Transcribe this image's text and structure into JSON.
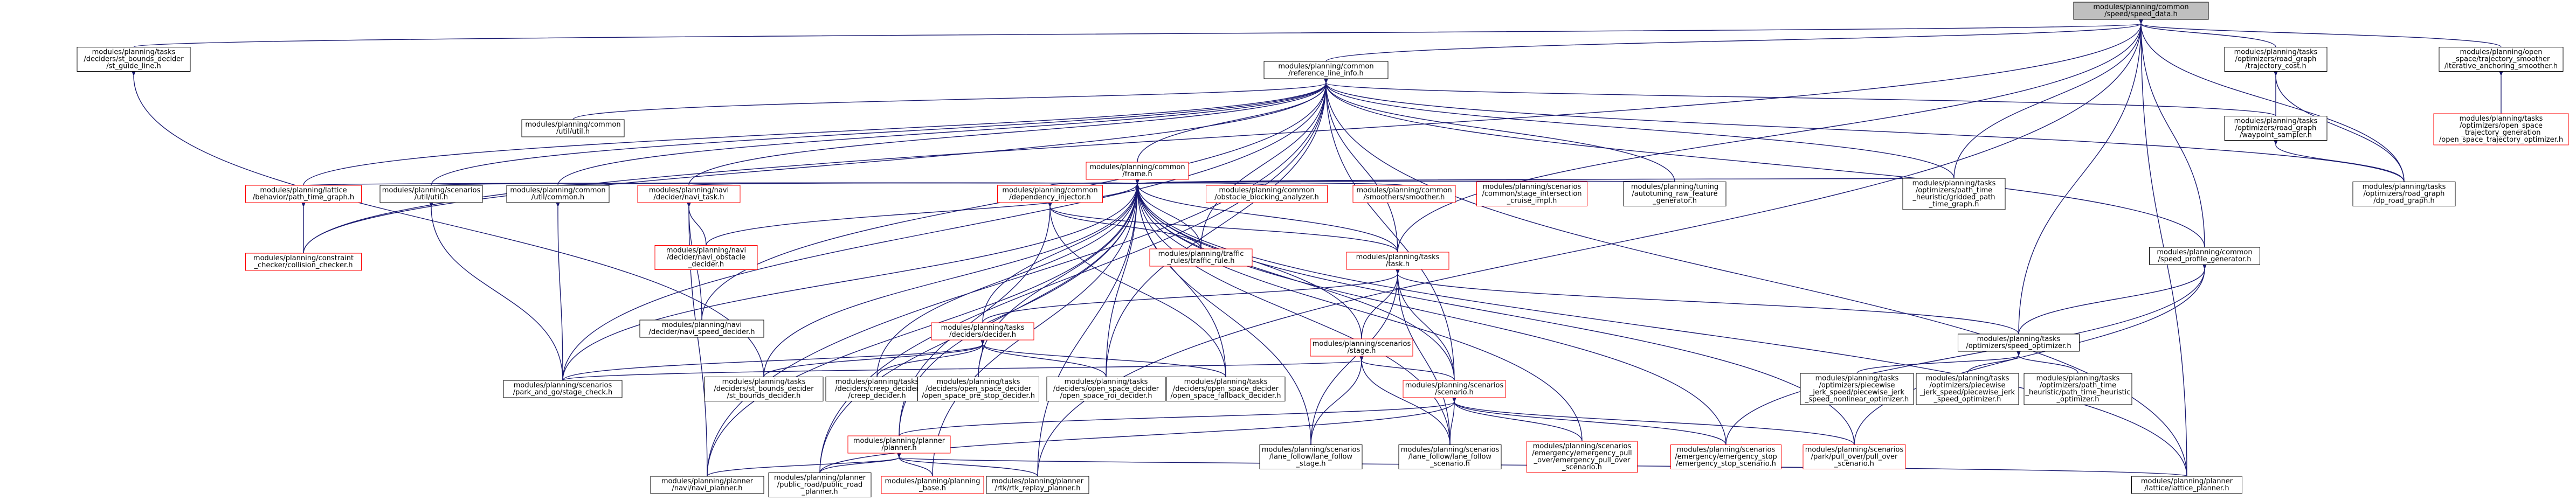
{
  "colors": {
    "background": "#ffffff",
    "node_fill": "#ffffff",
    "root_fill": "#bfbfbf",
    "node_border": "#000000",
    "node_border_incomplete": "#ff0000",
    "edge": "#191970",
    "text": "#000000"
  },
  "nodes": [
    {
      "id": "root",
      "lines": [
        "modules/planning/common",
        "/speed/speed_data.h"
      ],
      "kind": "root"
    },
    {
      "id": "st_guide_line",
      "lines": [
        "modules/planning/tasks",
        "/deciders/st_bounds_decider",
        "/st_guide_line.h"
      ],
      "kind": "normal"
    },
    {
      "id": "reference_line_info",
      "lines": [
        "modules/planning/common",
        "/reference_line_info.h"
      ],
      "kind": "normal"
    },
    {
      "id": "trajectory_cost",
      "lines": [
        "modules/planning/tasks",
        "/optimizers/road_graph",
        "/trajectory_cost.h"
      ],
      "kind": "normal"
    },
    {
      "id": "iterative_anchoring_smoother",
      "lines": [
        "modules/planning/open",
        "_space/trajectory_smoother",
        "/iterative_anchoring_smoother.h"
      ],
      "kind": "normal"
    },
    {
      "id": "open_space_trajectory_optimizer",
      "lines": [
        "modules/planning/tasks",
        "/optimizers/open_space",
        "_trajectory_generation",
        "/open_space_trajectory_optimizer.h"
      ],
      "kind": "incomplete"
    },
    {
      "id": "util_util",
      "lines": [
        "modules/planning/common",
        "/util/util.h"
      ],
      "kind": "normal"
    },
    {
      "id": "frame",
      "lines": [
        "modules/planning/common",
        "/frame.h"
      ],
      "kind": "incomplete"
    },
    {
      "id": "waypoint_sampler",
      "lines": [
        "modules/planning/tasks",
        "/optimizers/road_graph",
        "/waypoint_sampler.h"
      ],
      "kind": "normal"
    },
    {
      "id": "dp_road_graph",
      "lines": [
        "modules/planning/tasks",
        "/optimizers/road_graph",
        "/dp_road_graph.h"
      ],
      "kind": "normal"
    },
    {
      "id": "path_time_graph",
      "lines": [
        "modules/planning/lattice",
        "/behavior/path_time_graph.h"
      ],
      "kind": "incomplete"
    },
    {
      "id": "scenarios_util",
      "lines": [
        "modules/planning/scenarios",
        "/util/util.h"
      ],
      "kind": "normal"
    },
    {
      "id": "util_common",
      "lines": [
        "modules/planning/common",
        "/util/common.h"
      ],
      "kind": "normal"
    },
    {
      "id": "navi_task",
      "lines": [
        "modules/planning/navi",
        "/decider/navi_task.h"
      ],
      "kind": "incomplete"
    },
    {
      "id": "dependency_injector",
      "lines": [
        "modules/planning/common",
        "/dependency_injector.h"
      ],
      "kind": "incomplete"
    },
    {
      "id": "obstacle_blocking_analyzer",
      "lines": [
        "modules/planning/common",
        "/obstacle_blocking_analyzer.h"
      ],
      "kind": "incomplete"
    },
    {
      "id": "smoother",
      "lines": [
        "modules/planning/common",
        "/smoothers/smoother.h"
      ],
      "kind": "incomplete"
    },
    {
      "id": "stage_intersection_cruise_impl",
      "lines": [
        "modules/planning/scenarios",
        "/common/stage_intersection",
        "_cruise_impl.h"
      ],
      "kind": "incomplete"
    },
    {
      "id": "autotuning_raw_feature_generator",
      "lines": [
        "modules/planning/tuning",
        "/autotuning_raw_feature",
        "_generator.h"
      ],
      "kind": "normal"
    },
    {
      "id": "gridded_path_time_graph",
      "lines": [
        "modules/planning/tasks",
        "/optimizers/path_time",
        "_heuristic/gridded_path",
        "_time_graph.h"
      ],
      "kind": "normal"
    },
    {
      "id": "speed_profile_generator",
      "lines": [
        "modules/planning/common",
        "/speed_profile_generator.h"
      ],
      "kind": "normal"
    },
    {
      "id": "collision_checker",
      "lines": [
        "modules/planning/constraint",
        "_checker/collision_checker.h"
      ],
      "kind": "incomplete"
    },
    {
      "id": "navi_obstacle_decider",
      "lines": [
        "modules/planning/navi",
        "/decider/navi_obstacle",
        "_decider.h"
      ],
      "kind": "incomplete"
    },
    {
      "id": "traffic_rule",
      "lines": [
        "modules/planning/traffic",
        "_rules/traffic_rule.h"
      ],
      "kind": "incomplete"
    },
    {
      "id": "task",
      "lines": [
        "modules/planning/tasks",
        "/task.h"
      ],
      "kind": "incomplete"
    },
    {
      "id": "navi_speed_decider",
      "lines": [
        "modules/planning/navi",
        "/decider/navi_speed_decider.h"
      ],
      "kind": "normal"
    },
    {
      "id": "decider",
      "lines": [
        "modules/planning/tasks",
        "/deciders/decider.h"
      ],
      "kind": "incomplete"
    },
    {
      "id": "stage",
      "lines": [
        "modules/planning/scenarios",
        "/stage.h"
      ],
      "kind": "incomplete"
    },
    {
      "id": "speed_optimizer",
      "lines": [
        "modules/planning/tasks",
        "/optimizers/speed_optimizer.h"
      ],
      "kind": "normal"
    },
    {
      "id": "park_and_go_stage_check",
      "lines": [
        "modules/planning/scenarios",
        "/park_and_go/stage_check.h"
      ],
      "kind": "normal"
    },
    {
      "id": "st_bounds_decider",
      "lines": [
        "modules/planning/tasks",
        "/deciders/st_bounds_decider",
        "/st_bounds_decider.h"
      ],
      "kind": "normal"
    },
    {
      "id": "creep_decider",
      "lines": [
        "modules/planning/tasks",
        "/deciders/creep_decider",
        "/creep_decider.h"
      ],
      "kind": "normal"
    },
    {
      "id": "open_space_pre_stop_decider",
      "lines": [
        "modules/planning/tasks",
        "/deciders/open_space_decider",
        "/open_space_pre_stop_decider.h"
      ],
      "kind": "normal"
    },
    {
      "id": "open_space_roi_decider",
      "lines": [
        "modules/planning/tasks",
        "/deciders/open_space_decider",
        "/open_space_roi_decider.h"
      ],
      "kind": "normal"
    },
    {
      "id": "open_space_fallback_decider",
      "lines": [
        "modules/planning/tasks",
        "/deciders/open_space_decider",
        "/open_space_fallback_decider.h"
      ],
      "kind": "normal"
    },
    {
      "id": "scenario",
      "lines": [
        "modules/planning/scenarios",
        "/scenario.h"
      ],
      "kind": "incomplete"
    },
    {
      "id": "piecewise_jerk_speed_nonlinear_optimizer",
      "lines": [
        "modules/planning/tasks",
        "/optimizers/piecewise",
        "_jerk_speed/piecewise_jerk",
        "_speed_nonlinear_optimizer.h"
      ],
      "kind": "normal"
    },
    {
      "id": "piecewise_jerk_speed_optimizer",
      "lines": [
        "modules/planning/tasks",
        "/optimizers/piecewise",
        "_jerk_speed/piecewise_jerk",
        "_speed_optimizer.h"
      ],
      "kind": "normal"
    },
    {
      "id": "path_time_heuristic_optimizer",
      "lines": [
        "modules/planning/tasks",
        "/optimizers/path_time",
        "_heuristic/path_time_heuristic",
        "_optimizer.h"
      ],
      "kind": "normal"
    },
    {
      "id": "planner",
      "lines": [
        "modules/planning/planner",
        "/planner.h"
      ],
      "kind": "incomplete"
    },
    {
      "id": "lane_follow_stage",
      "lines": [
        "modules/planning/scenarios",
        "/lane_follow/lane_follow",
        "_stage.h"
      ],
      "kind": "normal"
    },
    {
      "id": "lane_follow_scenario",
      "lines": [
        "modules/planning/scenarios",
        "/lane_follow/lane_follow",
        "_scenario.h"
      ],
      "kind": "normal"
    },
    {
      "id": "emergency_pull_over_scenario",
      "lines": [
        "modules/planning/scenarios",
        "/emergency/emergency_pull",
        "_over/emergency_pull_over",
        "_scenario.h"
      ],
      "kind": "incomplete"
    },
    {
      "id": "emergency_stop_scenario",
      "lines": [
        "modules/planning/scenarios",
        "/emergency/emergency_stop",
        "/emergency_stop_scenario.h"
      ],
      "kind": "incomplete"
    },
    {
      "id": "pull_over_scenario",
      "lines": [
        "modules/planning/scenarios",
        "/park/pull_over/pull_over",
        "_scenario.h"
      ],
      "kind": "incomplete"
    },
    {
      "id": "navi_planner",
      "lines": [
        "modules/planning/planner",
        "/navi/navi_planner.h"
      ],
      "kind": "normal"
    },
    {
      "id": "public_road_planner",
      "lines": [
        "modules/planning/planner",
        "/public_road/public_road",
        "_planner.h"
      ],
      "kind": "normal"
    },
    {
      "id": "planning_base",
      "lines": [
        "modules/planning/planning",
        "_base.h"
      ],
      "kind": "incomplete"
    },
    {
      "id": "rtk_replay_planner",
      "lines": [
        "modules/planning/planner",
        "/rtk/rtk_replay_planner.h"
      ],
      "kind": "normal"
    },
    {
      "id": "lattice_planner",
      "lines": [
        "modules/planning/planner",
        "/lattice/lattice_planner.h"
      ],
      "kind": "normal"
    }
  ],
  "edges": [
    [
      "root",
      "st_guide_line"
    ],
    [
      "root",
      "reference_line_info"
    ],
    [
      "root",
      "trajectory_cost"
    ],
    [
      "root",
      "iterative_anchoring_smoother"
    ],
    [
      "root",
      "gridded_path_time_graph"
    ],
    [
      "root",
      "speed_profile_generator"
    ],
    [
      "root",
      "speed_optimizer"
    ],
    [
      "root",
      "dp_road_graph"
    ],
    [
      "root",
      "task"
    ],
    [
      "root",
      "lattice_planner"
    ],
    [
      "root",
      "rtk_replay_planner"
    ],
    [
      "root",
      "collision_checker"
    ],
    [
      "iterative_anchoring_smoother",
      "open_space_trajectory_optimizer"
    ],
    [
      "trajectory_cost",
      "waypoint_sampler"
    ],
    [
      "trajectory_cost",
      "dp_road_graph"
    ],
    [
      "waypoint_sampler",
      "dp_road_graph"
    ],
    [
      "st_guide_line",
      "st_bounds_decider"
    ],
    [
      "reference_line_info",
      "frame"
    ],
    [
      "reference_line_info",
      "util_util"
    ],
    [
      "reference_line_info",
      "scenarios_util"
    ],
    [
      "reference_line_info",
      "util_common"
    ],
    [
      "reference_line_info",
      "navi_task"
    ],
    [
      "reference_line_info",
      "path_time_graph"
    ],
    [
      "reference_line_info",
      "collision_checker"
    ],
    [
      "reference_line_info",
      "autotuning_raw_feature_generator"
    ],
    [
      "reference_line_info",
      "gridded_path_time_graph"
    ],
    [
      "reference_line_info",
      "speed_profile_generator"
    ],
    [
      "reference_line_info",
      "waypoint_sampler"
    ],
    [
      "reference_line_info",
      "dp_road_graph"
    ],
    [
      "reference_line_info",
      "traffic_rule"
    ],
    [
      "reference_line_info",
      "task"
    ],
    [
      "reference_line_info",
      "navi_speed_decider"
    ],
    [
      "reference_line_info",
      "open_space_roi_decider"
    ],
    [
      "reference_line_info",
      "scenario"
    ],
    [
      "reference_line_info",
      "navi_planner"
    ],
    [
      "reference_line_info",
      "public_road_planner"
    ],
    [
      "reference_line_info",
      "lattice_planner"
    ],
    [
      "reference_line_info",
      "park_and_go_stage_check"
    ],
    [
      "frame",
      "path_time_graph"
    ],
    [
      "frame",
      "scenarios_util"
    ],
    [
      "frame",
      "util_common"
    ],
    [
      "frame",
      "navi_task"
    ],
    [
      "frame",
      "dependency_injector"
    ],
    [
      "frame",
      "obstacle_blocking_analyzer"
    ],
    [
      "frame",
      "smoother"
    ],
    [
      "frame",
      "stage_intersection_cruise_impl"
    ],
    [
      "frame",
      "autotuning_raw_feature_generator"
    ],
    [
      "frame",
      "gridded_path_time_graph"
    ],
    [
      "frame",
      "traffic_rule"
    ],
    [
      "frame",
      "task"
    ],
    [
      "frame",
      "decider"
    ],
    [
      "frame",
      "stage"
    ],
    [
      "frame",
      "navi_obstacle_decider"
    ],
    [
      "frame",
      "st_bounds_decider"
    ],
    [
      "frame",
      "creep_decider"
    ],
    [
      "frame",
      "open_space_pre_stop_decider"
    ],
    [
      "frame",
      "open_space_roi_decider"
    ],
    [
      "frame",
      "open_space_fallback_decider"
    ],
    [
      "frame",
      "scenario"
    ],
    [
      "frame",
      "planner"
    ],
    [
      "frame",
      "lane_follow_stage"
    ],
    [
      "frame",
      "lane_follow_scenario"
    ],
    [
      "frame",
      "emergency_pull_over_scenario"
    ],
    [
      "frame",
      "emergency_stop_scenario"
    ],
    [
      "frame",
      "pull_over_scenario"
    ],
    [
      "frame",
      "navi_planner"
    ],
    [
      "frame",
      "public_road_planner"
    ],
    [
      "frame",
      "planning_base"
    ],
    [
      "frame",
      "rtk_replay_planner"
    ],
    [
      "frame",
      "lattice_planner"
    ],
    [
      "frame",
      "park_and_go_stage_check"
    ],
    [
      "path_time_graph",
      "collision_checker"
    ],
    [
      "scenarios_util",
      "park_and_go_stage_check"
    ],
    [
      "util_common",
      "park_and_go_stage_check"
    ],
    [
      "navi_task",
      "navi_obstacle_decider"
    ],
    [
      "navi_task",
      "navi_speed_decider"
    ],
    [
      "navi_task",
      "navi_planner"
    ],
    [
      "dependency_injector",
      "traffic_rule"
    ],
    [
      "dependency_injector",
      "task"
    ],
    [
      "dependency_injector",
      "open_space_fallback_decider"
    ],
    [
      "dependency_injector",
      "planner"
    ],
    [
      "task",
      "decider"
    ],
    [
      "task",
      "stage"
    ],
    [
      "task",
      "speed_optimizer"
    ],
    [
      "task",
      "scenario"
    ],
    [
      "task",
      "lane_follow_stage"
    ],
    [
      "task",
      "lane_follow_scenario"
    ],
    [
      "speed_profile_generator",
      "speed_optimizer"
    ],
    [
      "speed_profile_generator",
      "emergency_stop_scenario"
    ],
    [
      "speed_profile_generator",
      "pull_over_scenario"
    ],
    [
      "decider",
      "st_bounds_decider"
    ],
    [
      "decider",
      "creep_decider"
    ],
    [
      "decider",
      "open_space_pre_stop_decider"
    ],
    [
      "decider",
      "open_space_roi_decider"
    ],
    [
      "decider",
      "open_space_fallback_decider"
    ],
    [
      "decider",
      "park_and_go_stage_check"
    ],
    [
      "stage",
      "scenario"
    ],
    [
      "stage",
      "lane_follow_stage"
    ],
    [
      "stage",
      "lane_follow_scenario"
    ],
    [
      "stage",
      "park_and_go_stage_check"
    ],
    [
      "speed_optimizer",
      "piecewise_jerk_speed_nonlinear_optimizer"
    ],
    [
      "speed_optimizer",
      "piecewise_jerk_speed_optimizer"
    ],
    [
      "speed_optimizer",
      "path_time_heuristic_optimizer"
    ],
    [
      "scenario",
      "planner"
    ],
    [
      "scenario",
      "lane_follow_scenario"
    ],
    [
      "scenario",
      "emergency_pull_over_scenario"
    ],
    [
      "scenario",
      "emergency_stop_scenario"
    ],
    [
      "scenario",
      "pull_over_scenario"
    ],
    [
      "scenario",
      "public_road_planner"
    ],
    [
      "planner",
      "navi_planner"
    ],
    [
      "planner",
      "public_road_planner"
    ],
    [
      "planner",
      "planning_base"
    ],
    [
      "planner",
      "rtk_replay_planner"
    ],
    [
      "planner",
      "lattice_planner"
    ]
  ]
}
